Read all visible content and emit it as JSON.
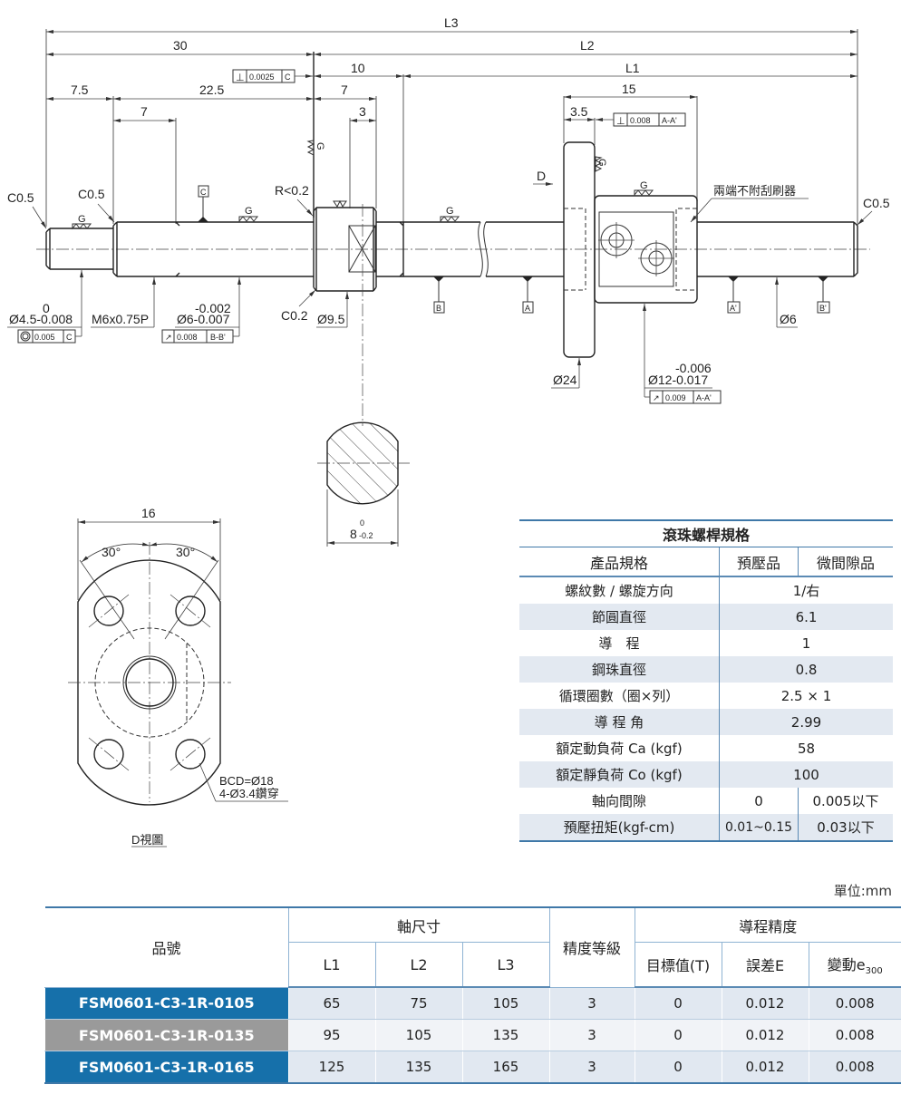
{
  "drawing": {
    "dims": {
      "L3": "L3",
      "L2": "L2",
      "L1": "L1",
      "d30": "30",
      "d10": "10",
      "d7_5": "7.5",
      "d22_5": "22.5",
      "d7a": "7",
      "d7b": "7",
      "d3": "3",
      "d15": "15",
      "d3_5": "3.5"
    },
    "chamfers": {
      "c05_left": "C0.5",
      "c05_mid": "C0.5",
      "c05_right": "C0.5",
      "r02": "R<0.2",
      "c02": "C0.2"
    },
    "datums": [
      "C",
      "B",
      "A",
      "A'",
      "B'"
    ],
    "surface_mark": "G",
    "view_arrow": "D",
    "tolerances": {
      "perp_c": {
        "symbol": "⊥",
        "value": "0.0025",
        "datum": "C"
      },
      "perp_aa": {
        "symbol": "⊥",
        "value": "0.008",
        "datum": "A-A'"
      },
      "conc_c": {
        "symbol": "◎",
        "value": "0.005",
        "datum": "C"
      },
      "runout_bb": {
        "symbol": "↗",
        "value": "0.008",
        "datum": "B-B'"
      },
      "runout_aa": {
        "symbol": "↗",
        "value": "0.009",
        "datum": "A-A'"
      }
    },
    "callouts": {
      "d45_upper": "0",
      "d45_main": "Ø4.5-0.008",
      "thread": "M6x0.75P",
      "d6_upper": "-0.002",
      "d6_main": "Ø6-0.007",
      "d95": "Ø9.5",
      "d24": "Ø24",
      "d12_upper": "-0.006",
      "d12_main": "Ø12-0.017",
      "d6_shaft": "Ø6",
      "no_wiper": "兩端不附刮刷器"
    },
    "section": {
      "upper": "0",
      "main": "8",
      "lower": "-0.2"
    },
    "d_view": {
      "width": "16",
      "angle_left": "30°",
      "angle_right": "30°",
      "bcd": "BCD=Ø18",
      "holes": "4-Ø3.4鑽穿",
      "caption": "D視圖"
    }
  },
  "spec_table": {
    "title": "滾珠螺桿規格",
    "headers": [
      "產品規格",
      "預壓品",
      "微間隙品"
    ],
    "rows": [
      {
        "label": "螺紋數 / 螺旋方向",
        "value": "1/右"
      },
      {
        "label": "節圓直徑",
        "value": "6.1"
      },
      {
        "label": "導　程",
        "value": "1"
      },
      {
        "label": "鋼珠直徑",
        "value": "0.8"
      },
      {
        "label": "循環圈數（圈×列）",
        "value": "2.5 × 1"
      },
      {
        "label": "導 程 角",
        "value": "2.99"
      },
      {
        "label": "額定動負荷 Ca (kgf)",
        "value": "58"
      },
      {
        "label": "額定靜負荷 Co (kgf)",
        "value": "100"
      },
      {
        "label": "軸向間隙",
        "preload": "0",
        "microgap": "0.005以下"
      },
      {
        "label": "預壓扭矩(kgf-cm)",
        "preload": "0.01~0.15",
        "microgap": "0.03以下"
      }
    ]
  },
  "unit_label": "單位:mm",
  "product_table": {
    "headers": {
      "part_no": "品號",
      "shaft_dims": "軸尺寸",
      "L1": "L1",
      "L2": "L2",
      "L3": "L3",
      "grade": "精度等級",
      "lead_accuracy": "導程精度",
      "target": "目標值(T)",
      "error": "誤差E",
      "variation": "變動e",
      "variation_sub": "300"
    },
    "rows": [
      {
        "model": "FSM0601-C3-1R-0105",
        "L1": "65",
        "L2": "75",
        "L3": "105",
        "grade": "3",
        "target": "0",
        "error": "0.012",
        "variation": "0.008"
      },
      {
        "model": "FSM0601-C3-1R-0135",
        "L1": "95",
        "L2": "105",
        "L3": "135",
        "grade": "3",
        "target": "0",
        "error": "0.012",
        "variation": "0.008"
      },
      {
        "model": "FSM0601-C3-1R-0165",
        "L1": "125",
        "L2": "135",
        "L3": "165",
        "grade": "3",
        "target": "0",
        "error": "0.012",
        "variation": "0.008"
      }
    ]
  },
  "colors": {
    "brand_blue": "#1670aa",
    "row_gray": "#9a9a9a",
    "rule_blue": "#3f78a8",
    "shade": "#e1e8f1"
  }
}
